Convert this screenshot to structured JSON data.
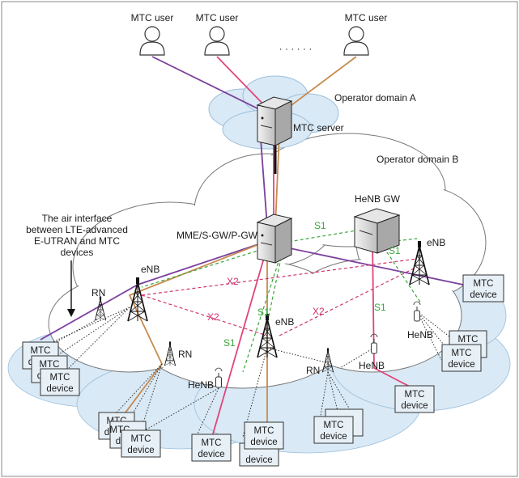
{
  "users": {
    "label": "MTC user",
    "ellipsis": "· · ·    · · ·"
  },
  "domains": {
    "a": "Operator domain A",
    "b": "Operator domain B"
  },
  "nodes": {
    "mtc_server": "MTC server",
    "mme": "MME/S-GW/P-GW",
    "henb_gw": "HeNB GW",
    "enb": "eNB",
    "rn": "RN",
    "henb": "HeNB"
  },
  "interfaces": {
    "s1": "S1",
    "x2": "X2"
  },
  "annotation": [
    "The air interface",
    "between LTE-advanced",
    "E-UTRAN and MTC",
    "devices"
  ],
  "device": {
    "line1": "MTC",
    "line2": "device",
    "partial": "d"
  },
  "colors": {
    "purple": "#7b3f9e",
    "pink": "#e0457b",
    "orange": "#c88a4e",
    "green": "#3aa63a",
    "x2": "#d2336f",
    "cloud": "#d9e9f5",
    "device_fill": "#e7f0f7"
  }
}
